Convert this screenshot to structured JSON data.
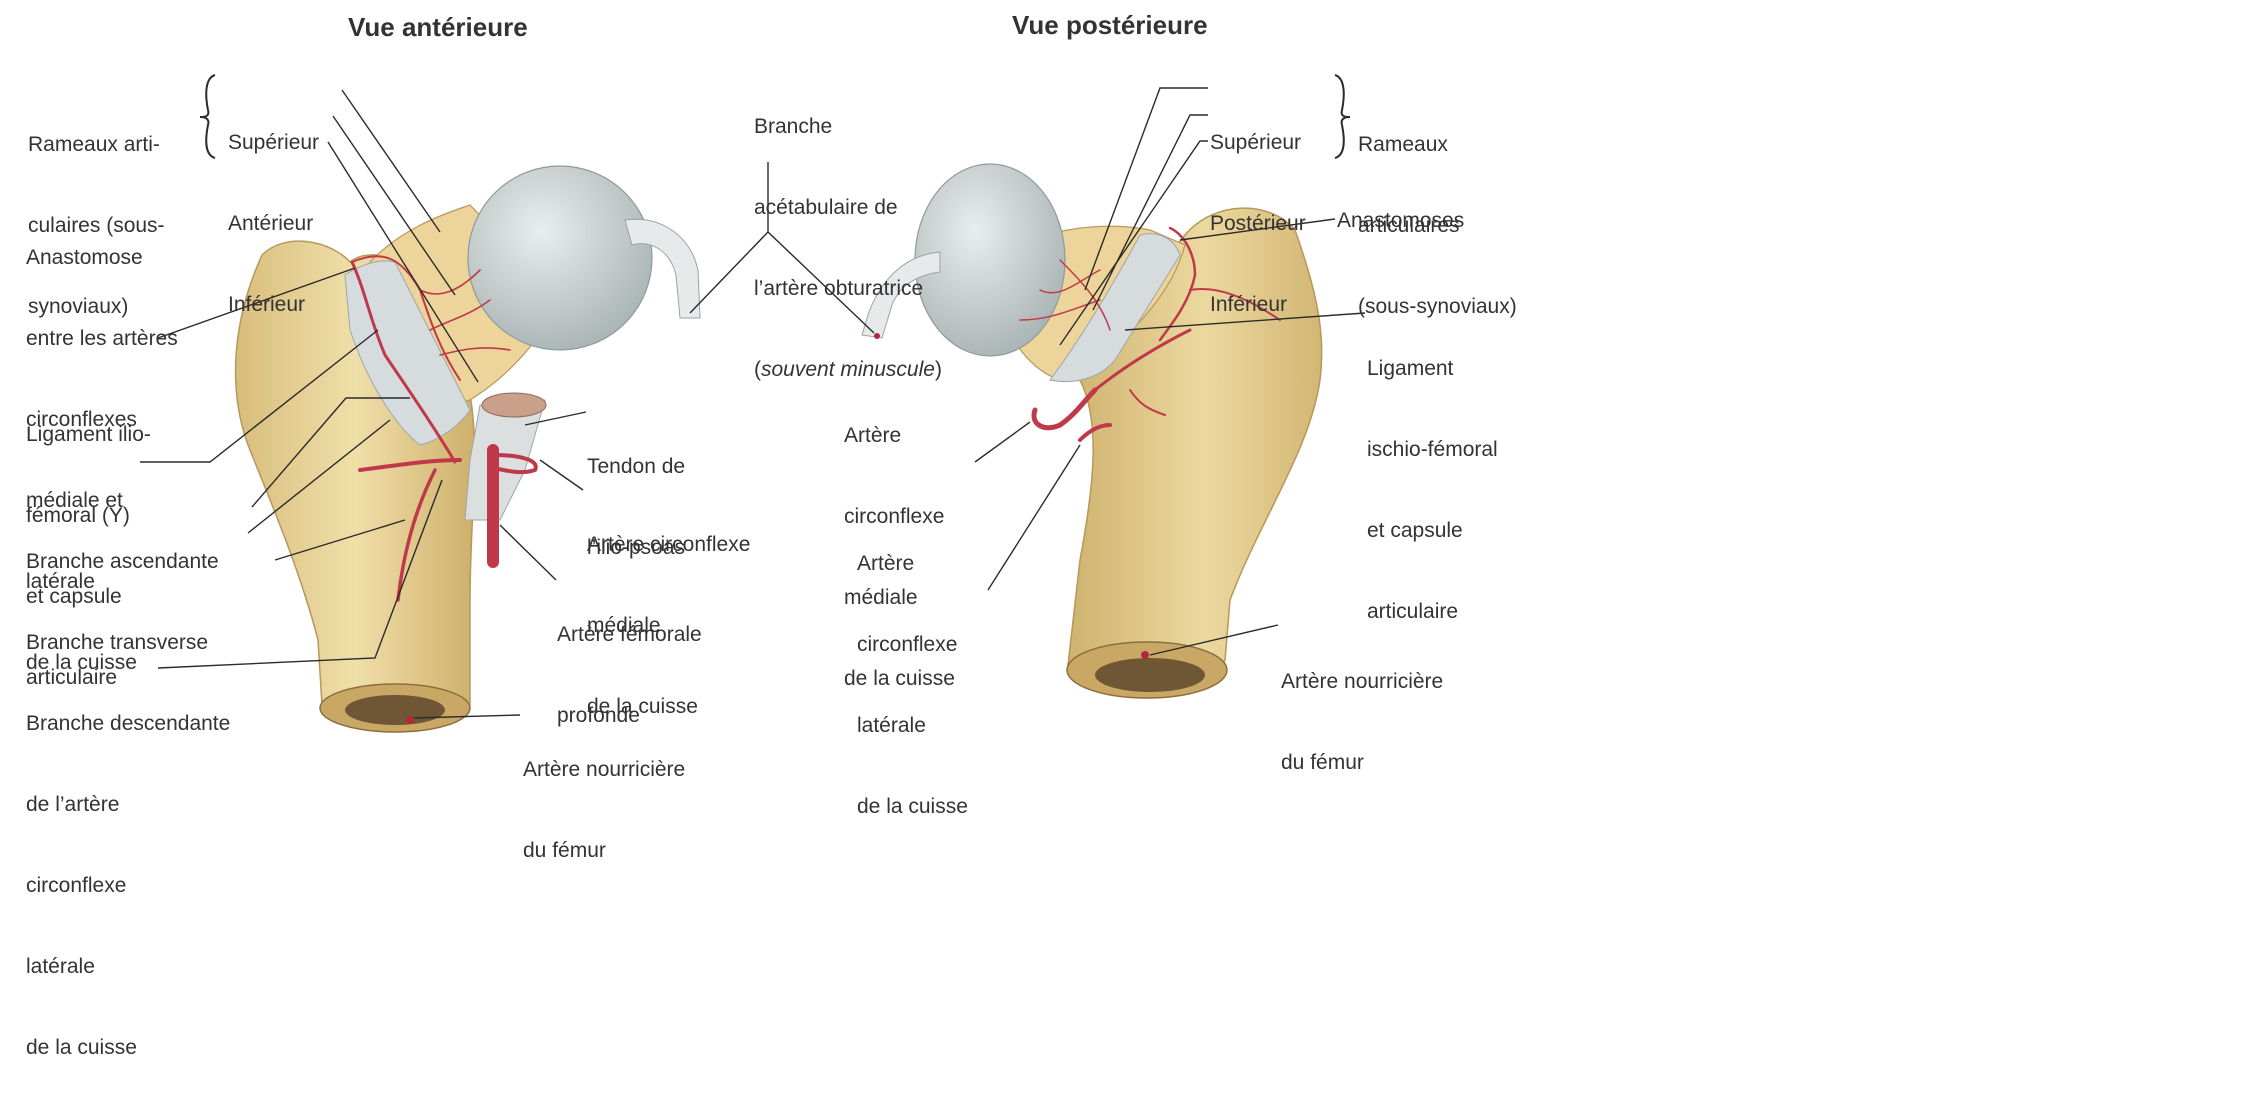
{
  "titles": {
    "anterior": "Vue antérieure",
    "posterior": "Vue postérieure"
  },
  "anterior_labels": {
    "rameaux_group": [
      "Rameaux arti-",
      "culaires (sous-",
      "synoviaux)"
    ],
    "rameaux_items": [
      "Supérieur",
      "Antérieur",
      "Inférieur"
    ],
    "anastomose": [
      "Anastomose",
      "entre les artères",
      "circonflexes",
      "médiale et",
      "latérale",
      "de la cuisse"
    ],
    "ligament": [
      "Ligament ilio-",
      "fémoral (Y)",
      "et capsule",
      "articulaire"
    ],
    "branches": [
      "Branche ascendante",
      "Branche transverse",
      "Branche descendante",
      "de l’artère",
      "circonflexe",
      "latérale",
      "de la cuisse"
    ],
    "tendon": [
      "Tendon de",
      "l’ilio-psoas"
    ],
    "circ_mediale": [
      "Artère circonflexe",
      "médiale",
      "de la cuisse"
    ],
    "femorale": [
      "Artère fémorale",
      "profonde"
    ],
    "nourriciere": [
      "Artère nourricière",
      "du fémur"
    ]
  },
  "center_label": {
    "lines": [
      "Branche",
      "acétabulaire de",
      "l’artère obturatrice"
    ],
    "italic_part": "souvent minuscule",
    "open_paren": "(",
    "close_paren": ")"
  },
  "posterior_labels": {
    "rameaux_items": [
      "Supérieur",
      "Postérieur",
      "Inférieur"
    ],
    "rameaux_group": [
      "Rameaux",
      "articulaires",
      "(sous-synoviaux)"
    ],
    "anastomoses": "Anastomoses",
    "ligament": [
      "Ligament",
      "ischio-fémoral",
      "et capsule",
      "articulaire"
    ],
    "circ_mediale": [
      "Artère",
      "circonflexe",
      "médiale",
      "de la cuisse"
    ],
    "circ_laterale": [
      "Artère",
      "circonflexe",
      "latérale",
      "de la cuisse"
    ],
    "nourriciere": [
      "Artère nourricière",
      "du fémur"
    ]
  },
  "colors": {
    "bone": "#e8d49a",
    "bone_shadow": "#c9a85e",
    "cartilage": "#c9cfcf",
    "artery": "#c0394a",
    "ligament": "#d9dcde",
    "leader": "#2b2b2b"
  }
}
